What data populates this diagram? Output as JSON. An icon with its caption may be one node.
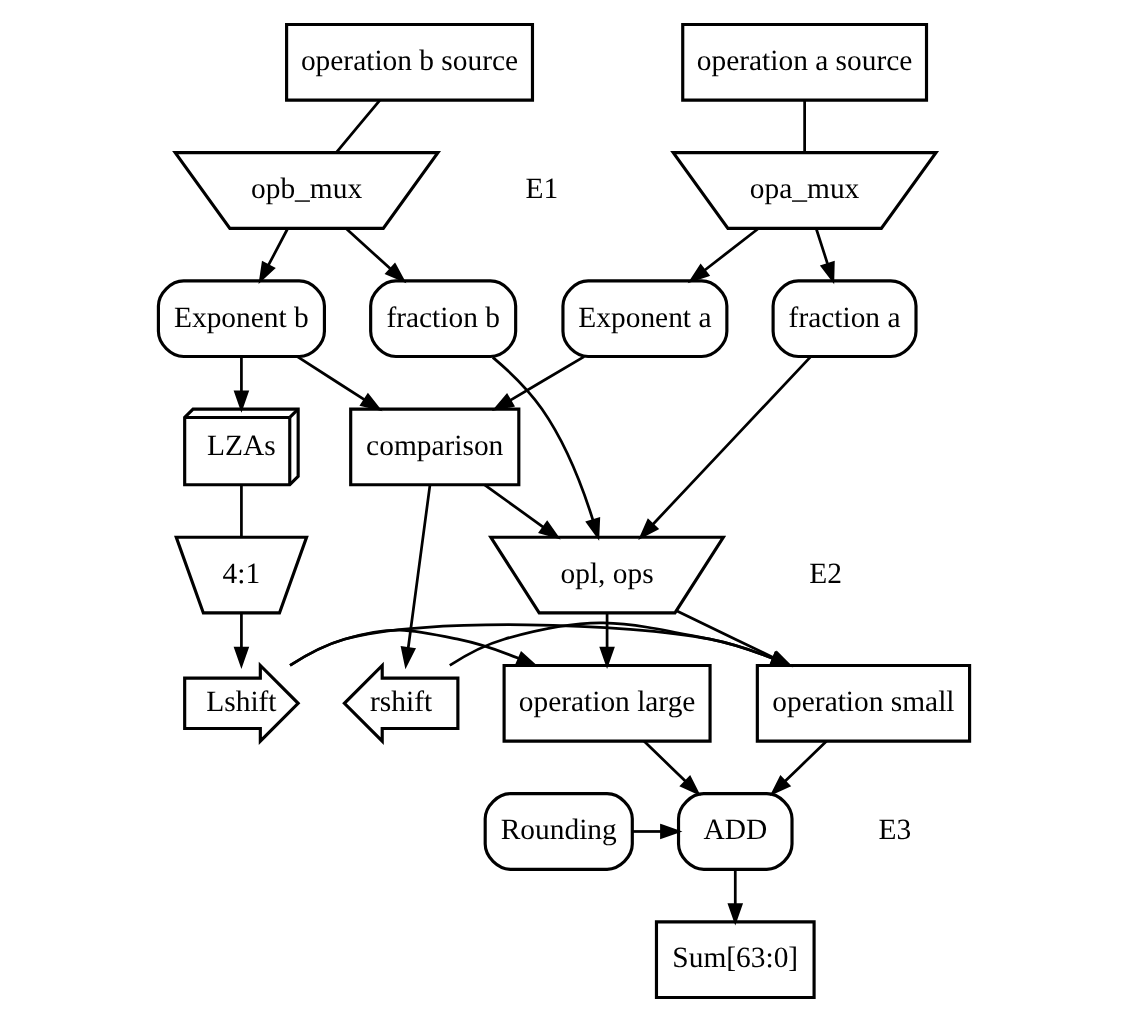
{
  "diagram": {
    "nodes": [
      {
        "text": [
          "operation a source"
        ]
      },
      {
        "text": [
          "operation b source"
        ]
      },
      {
        "text": [
          "opa_mux"
        ]
      },
      {
        "text": [
          "opb_mux"
        ]
      },
      {
        "text": [
          "Exponent a"
        ]
      },
      {
        "text": [
          "fraction a"
        ]
      },
      {
        "text": [
          "Exponent b"
        ]
      },
      {
        "text": [
          "fraction b"
        ]
      },
      {
        "text": [
          "LZAs"
        ]
      },
      {
        "text": [
          "comparison"
        ]
      },
      {
        "text": [
          "opl, ops"
        ]
      },
      {
        "text": [
          "4:1"
        ]
      },
      {
        "text": [
          "Lshift"
        ]
      },
      {
        "text": [
          "operation large"
        ]
      },
      {
        "text": [
          "operation small"
        ]
      },
      {
        "text": [
          "rshift"
        ]
      },
      {
        "text": [
          "ADD"
        ]
      },
      {
        "text": [
          "Rounding"
        ]
      },
      {
        "text": [
          "Sum[63:0]"
        ]
      }
    ],
    "edges": [
      {
        "from": 0,
        "to": 2,
        "arrow": "none"
      },
      {
        "from": 1,
        "to": 3,
        "arrow": "none"
      },
      {
        "from": 2,
        "to": 4,
        "arrow": "to"
      },
      {
        "from": 2,
        "to": 5,
        "arrow": "to"
      },
      {
        "from": 3,
        "to": 6,
        "arrow": "to"
      },
      {
        "from": 3,
        "to": 7,
        "arrow": "to"
      },
      {
        "from": 6,
        "to": 8,
        "arrow": "to"
      },
      {
        "from": 4,
        "to": 9,
        "arrow": "to"
      },
      {
        "from": 6,
        "to": 9,
        "arrow": "to"
      },
      {
        "from": 5,
        "to": 10,
        "arrow": "to"
      },
      {
        "from": 7,
        "to": 10,
        "arrow": "to"
      },
      {
        "from": 9,
        "to": 10,
        "arrow": "to"
      },
      {
        "from": 9,
        "to": 15,
        "arrow": "to"
      },
      {
        "from": 8,
        "to": 11,
        "arrow": "none"
      },
      {
        "from": 11,
        "to": 12,
        "arrow": "to"
      },
      {
        "from": 12,
        "to": 13,
        "arrow": "to"
      },
      {
        "from": 10,
        "to": 13,
        "arrow": "to"
      },
      {
        "from": 10,
        "to": 14,
        "arrow": "to"
      },
      {
        "from": 15,
        "to": 14,
        "arrow": "to"
      },
      {
        "from": 12,
        "to": 14,
        "arrow": "to"
      },
      {
        "from": 13,
        "to": 16,
        "arrow": "to"
      },
      {
        "from": 14,
        "to": 16,
        "arrow": "to"
      },
      {
        "from": 17,
        "to": 16,
        "arrow": "to"
      },
      {
        "from": 16,
        "to": 18,
        "arrow": "to"
      }
    ],
    "labels": [
      "E1",
      "E2",
      "E3"
    ]
  }
}
